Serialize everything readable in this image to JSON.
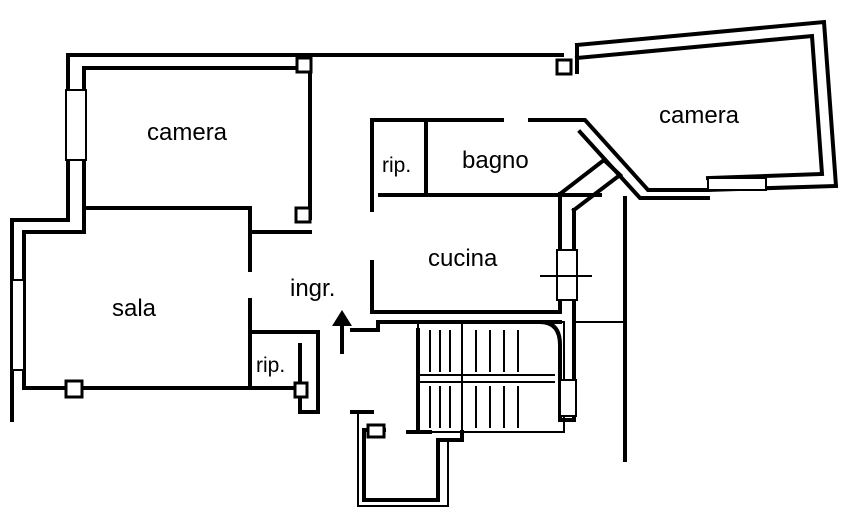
{
  "rooms": {
    "camera_left": "camera",
    "camera_right": "camera",
    "bagno": "bagno",
    "rip_top": "rip.",
    "rip_bottom": "rip.",
    "cucina": "cucina",
    "ingresso": "ingr.",
    "sala": "sala"
  },
  "colors": {
    "wall": "#000000",
    "background": "#ffffff"
  }
}
